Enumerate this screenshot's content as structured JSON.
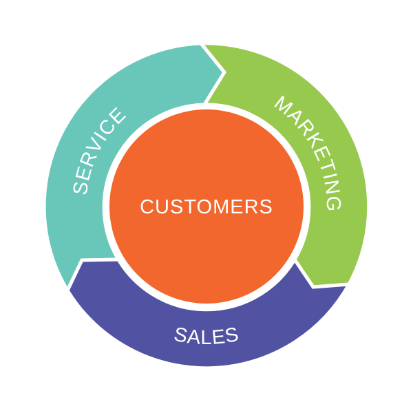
{
  "diagram": {
    "center_label": "CUSTOMERS",
    "segments": [
      {
        "label": "SERVICE",
        "color": "#69C7BA"
      },
      {
        "label": "MARKETING",
        "color": "#97C94E"
      },
      {
        "label": "SALES",
        "color": "#5153A2"
      }
    ],
    "center_color": "#F1672D"
  }
}
